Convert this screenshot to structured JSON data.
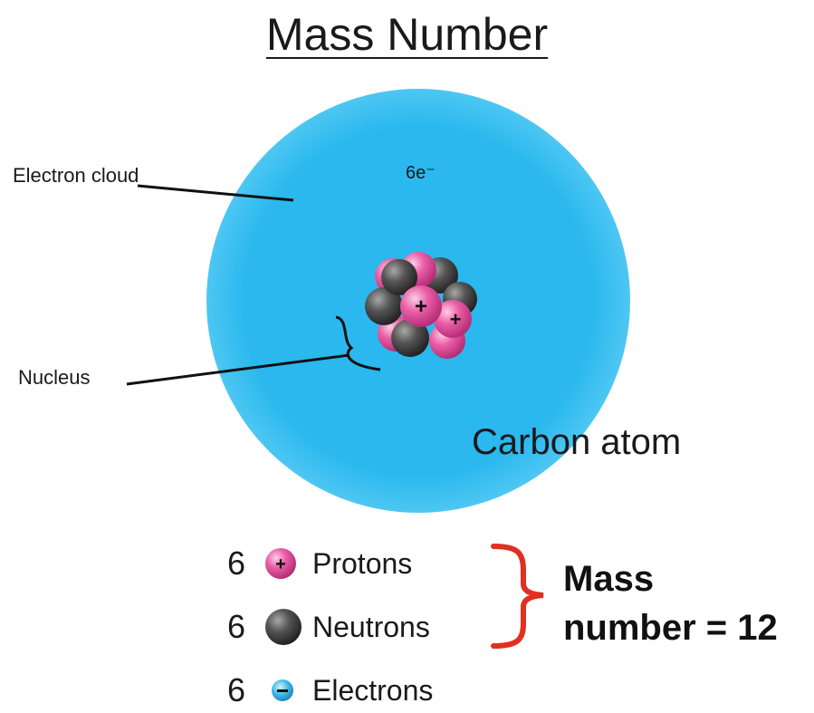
{
  "title": "Mass Number",
  "cloud": {
    "electron_label": "6e⁻",
    "atom_name": "Carbon atom"
  },
  "labels": {
    "electron_cloud": "Electron cloud",
    "nucleus": "Nucleus"
  },
  "legend": [
    {
      "count": "6",
      "label": "Protons",
      "icon": "proton-icon"
    },
    {
      "count": "6",
      "label": "Neutrons",
      "icon": "neutron-icon"
    },
    {
      "count": "6",
      "label": "Electrons",
      "icon": "electron-icon"
    }
  ],
  "mass": {
    "line1": "Mass",
    "line2": "number = 12"
  },
  "colors": {
    "cloud": "#2ab8ee",
    "proton": "#e6529e",
    "neutron": "#4a4a4a",
    "electron": "#29a8e0",
    "brace": "#e0301e"
  }
}
